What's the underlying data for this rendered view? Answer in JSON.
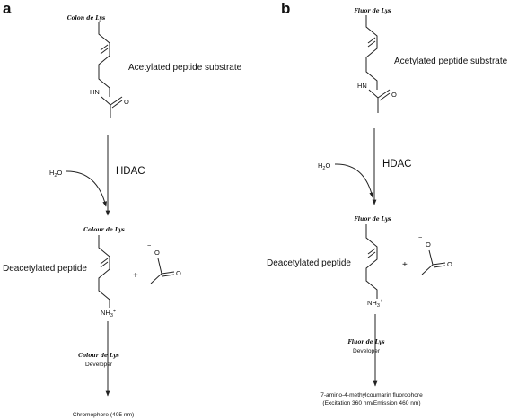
{
  "panel_a": {
    "label": "a",
    "reagent_top": "Colon de Lys",
    "substrate_label": "Acetylated peptide substrate",
    "water": {
      "main": "H",
      "sub": "2",
      "tail": "O"
    },
    "enzyme": "HDAC",
    "reagent_mid": "Colour de Lys",
    "product_label": "Deacetylated peptide",
    "plus": "+",
    "nh": "HN",
    "o": "O",
    "o_minus": "O",
    "charge_minus": "−",
    "amine": {
      "main": "NH",
      "sub": "3",
      "sup": "+"
    },
    "developer_name": "Colour de Lys",
    "developer": "Developer",
    "final_product": "Chromophore (405 nm)"
  },
  "panel_b": {
    "label": "b",
    "reagent_top": "Fluor de Lys",
    "substrate_label": "Acetylated peptide substrate",
    "water": {
      "main": "H",
      "sub": "2",
      "tail": "O"
    },
    "enzyme": "HDAC",
    "reagent_mid": "Fluor de Lys",
    "product_label": "Deacetylated peptide",
    "plus": "+",
    "nh": "HN",
    "o": "O",
    "o_minus": "O",
    "charge_minus": "−",
    "amine": {
      "main": "NH",
      "sub": "3",
      "sup": "+"
    },
    "developer_name": "Fluor de Lys",
    "developer": "Developer",
    "final_product_line1": "7-amino-4-methylcoumarin fluorophore",
    "final_product_line2": "(Excitation 360 nm/Emission 460 nm)"
  }
}
